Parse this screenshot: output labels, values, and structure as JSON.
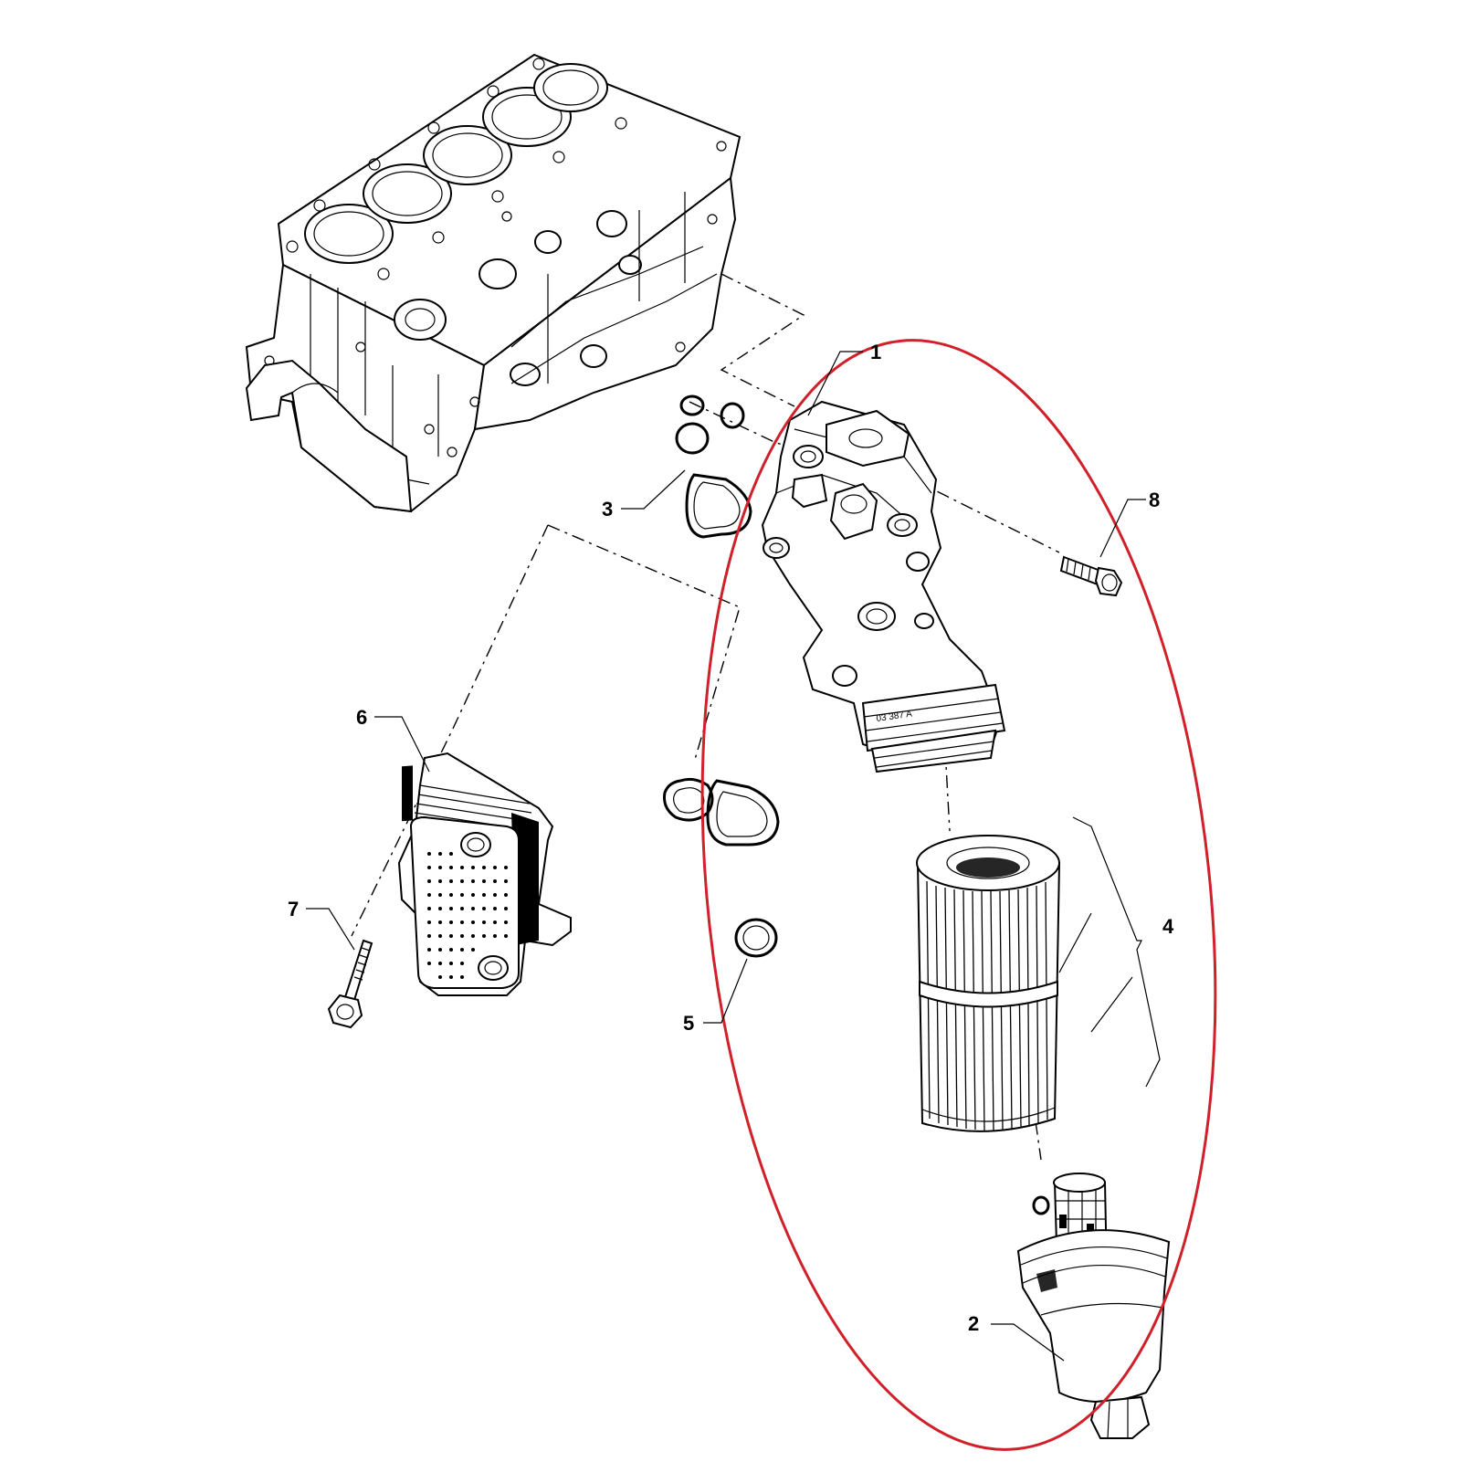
{
  "callouts": [
    {
      "id": "1",
      "label": "1"
    },
    {
      "id": "2",
      "label": "2"
    },
    {
      "id": "3",
      "label": "3"
    },
    {
      "id": "4",
      "label": "4"
    },
    {
      "id": "5",
      "label": "5"
    },
    {
      "id": "6",
      "label": "6"
    },
    {
      "id": "7",
      "label": "7"
    },
    {
      "id": "8",
      "label": "8"
    }
  ],
  "housing_stamp": "03 387 A",
  "colors": {
    "line": "#000000",
    "background": "#ffffff",
    "highlight_ellipse": "#d0202a"
  }
}
